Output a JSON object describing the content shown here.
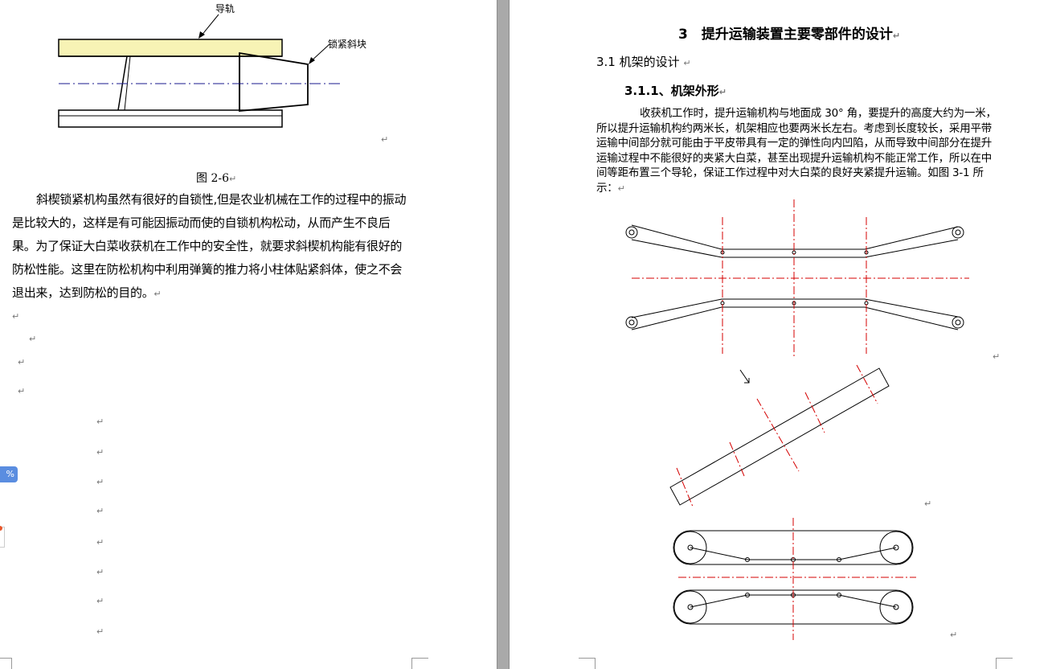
{
  "left_page": {
    "figure_labels": {
      "guide_rail": "导轨",
      "lock_wedge": "锁紧斜块"
    },
    "caption": "图 2-6",
    "paragraph": "斜楔锁紧机构虽然有很好的自锁性,但是农业机械在工作的过程中的振动是比较大的，这样是有可能因振动而使的自锁机构松动，从而产生不良后果。为了保证大白菜收获机在工作中的安全性，就要求斜楔机构能有很好的防松性能。这里在防松机构中利用弹簧的推力将小柱体贴紧斜体，使之不会退出来，达到防松的目的。"
  },
  "right_page": {
    "heading_1": "3　提升运输装置主要零部件的设计",
    "heading_2": "3.1 机架的设计",
    "heading_3": "3.1.1、机架外形",
    "paragraph": "收获机工作时，提升运输机构与地面成 30° 角，要提升的高度大约为一米，所以提升运输机构约两米长，机架相应也要两米长左右。考虑到长度较长，采用平带运输中间部分就可能由于平皮带具有一定的弹性向内凹陷，从而导致中间部分在提升运输过程中不能很好的夹紧大白菜，甚至出现提升运输机构不能正常工作，所以在中间等距布置三个导轮，保证工作过程中对大白菜的良好夹紧提升运输。如图 3-1 所示："
  },
  "ui": {
    "zoom_badge": "%",
    "paragraph_mark": "↵"
  },
  "colors": {
    "rail_fill": "#f7f3b5",
    "centerline_blue": "#1a1a8c",
    "centerline_red": "#d40000",
    "gutter": "#a9a9a9"
  }
}
